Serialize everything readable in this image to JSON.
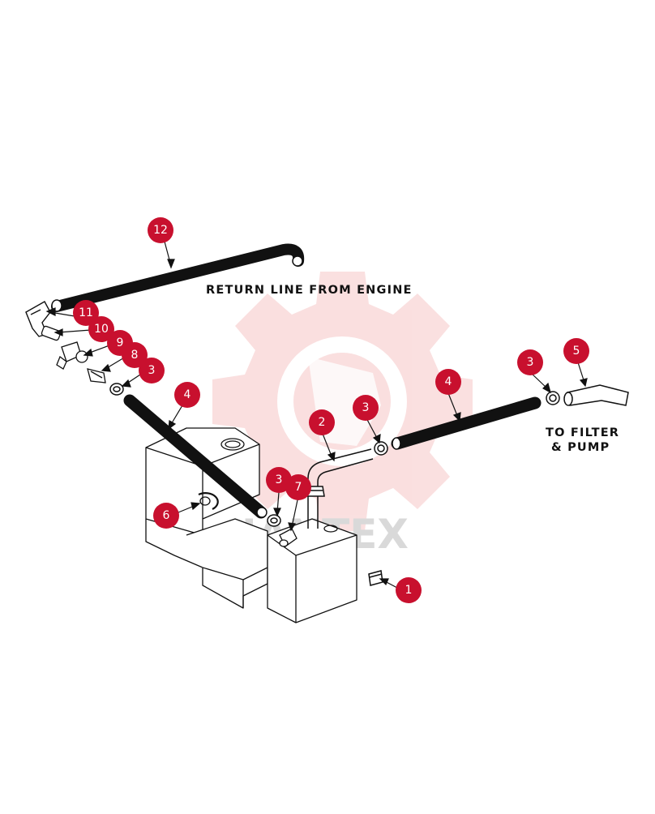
{
  "diagram": {
    "captions": {
      "return_line": "RETURN LINE FROM ENGINE",
      "to_filter_line1": "TO FILTER",
      "to_filter_line2": "& PUMP"
    },
    "watermark": {
      "text": "IANTEX"
    },
    "callouts": [
      {
        "id": "c12",
        "label": "12"
      },
      {
        "id": "c11",
        "label": "11"
      },
      {
        "id": "c10",
        "label": "10"
      },
      {
        "id": "c9",
        "label": "9"
      },
      {
        "id": "c8",
        "label": "8"
      },
      {
        "id": "c3a",
        "label": "3"
      },
      {
        "id": "c4a",
        "label": "4"
      },
      {
        "id": "c6",
        "label": "6"
      },
      {
        "id": "c3b",
        "label": "3"
      },
      {
        "id": "c7",
        "label": "7"
      },
      {
        "id": "c2",
        "label": "2"
      },
      {
        "id": "c3c",
        "label": "3"
      },
      {
        "id": "c4b",
        "label": "4"
      },
      {
        "id": "c3d",
        "label": "3"
      },
      {
        "id": "c5",
        "label": "5"
      },
      {
        "id": "c1",
        "label": "1"
      }
    ],
    "colors": {
      "callout": "#c8102e",
      "line": "#111111",
      "hose": "#111111",
      "watermark": "#f6c6c6"
    }
  }
}
